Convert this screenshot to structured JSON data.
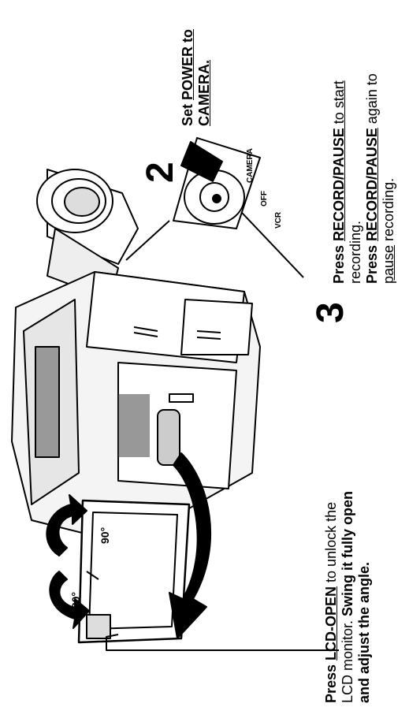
{
  "step1": {
    "line1_a": "Press ",
    "line1_b": "LCD-OPEN",
    "line1_c": " to unlock the",
    "line2_a": "LCD monitor. ",
    "line2_b": "Swing it fully open",
    "line3": "and adjust the angle.",
    "angle_180": "180°",
    "angle_90": "90°"
  },
  "step2": {
    "number": "2",
    "line1_a": "Set ",
    "line1_b": "POWER to",
    "line2": "CAMERA.",
    "switch_camera": "CAMERA",
    "switch_off": "OFF",
    "switch_vcr": "VCR"
  },
  "step3": {
    "number": "3",
    "line1_a": "Press ",
    "line1_b": "RECORD/PAUSE",
    "line1_c": " to start",
    "line2": "recording.",
    "line3_a": "Press ",
    "line3_b": "RECORD/PAUSE",
    "line3_c": " again to",
    "line4_a": "pause",
    "line4_b": " recording."
  }
}
